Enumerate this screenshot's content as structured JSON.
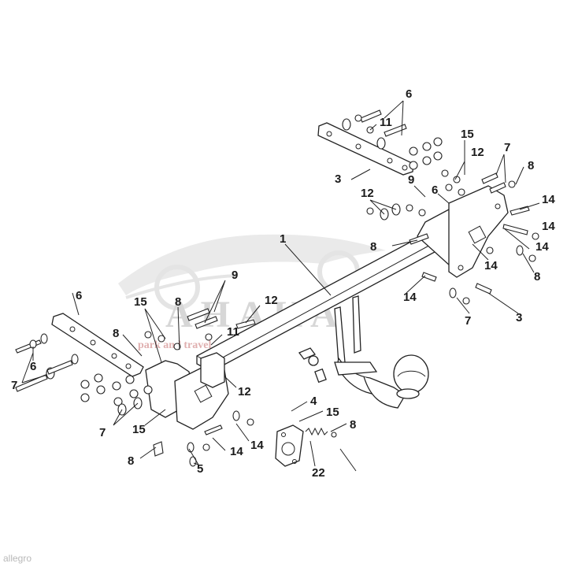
{
  "watermark": {
    "brand": "AHAKA",
    "tagline": "park and travel"
  },
  "credit": "allegro",
  "callouts": [
    {
      "id": "c6a",
      "text": "6"
    },
    {
      "id": "c11a",
      "text": "11"
    },
    {
      "id": "c15a",
      "text": "15"
    },
    {
      "id": "c12a",
      "text": "12"
    },
    {
      "id": "c7a",
      "text": "7"
    },
    {
      "id": "c3a",
      "text": "3"
    },
    {
      "id": "c9a",
      "text": "9"
    },
    {
      "id": "c6b",
      "text": "6"
    },
    {
      "id": "c8a",
      "text": "8"
    },
    {
      "id": "c12b",
      "text": "12"
    },
    {
      "id": "c14a",
      "text": "14"
    },
    {
      "id": "c14b",
      "text": "14"
    },
    {
      "id": "c8b",
      "text": "8"
    },
    {
      "id": "c14c",
      "text": "14"
    },
    {
      "id": "c14d",
      "text": "14"
    },
    {
      "id": "c1",
      "text": "1"
    },
    {
      "id": "c8c",
      "text": "8"
    },
    {
      "id": "c14e",
      "text": "14"
    },
    {
      "id": "c7b",
      "text": "7"
    },
    {
      "id": "c3b",
      "text": "3"
    },
    {
      "id": "c6c",
      "text": "6"
    },
    {
      "id": "c9b",
      "text": "9"
    },
    {
      "id": "c12c",
      "text": "12"
    },
    {
      "id": "c15b",
      "text": "15"
    },
    {
      "id": "c8d",
      "text": "8"
    },
    {
      "id": "c8e",
      "text": "8"
    },
    {
      "id": "c11b",
      "text": "11"
    },
    {
      "id": "c6d",
      "text": "6"
    },
    {
      "id": "c7c",
      "text": "7"
    },
    {
      "id": "c12d",
      "text": "12"
    },
    {
      "id": "c7d",
      "text": "7"
    },
    {
      "id": "c15c",
      "text": "15"
    },
    {
      "id": "c4",
      "text": "4"
    },
    {
      "id": "c15d",
      "text": "15"
    },
    {
      "id": "c8f",
      "text": "8"
    },
    {
      "id": "c8g",
      "text": "8"
    },
    {
      "id": "c14f",
      "text": "14"
    },
    {
      "id": "c14g",
      "text": "14"
    },
    {
      "id": "c5",
      "text": "5"
    },
    {
      "id": "c22",
      "text": "22"
    }
  ]
}
